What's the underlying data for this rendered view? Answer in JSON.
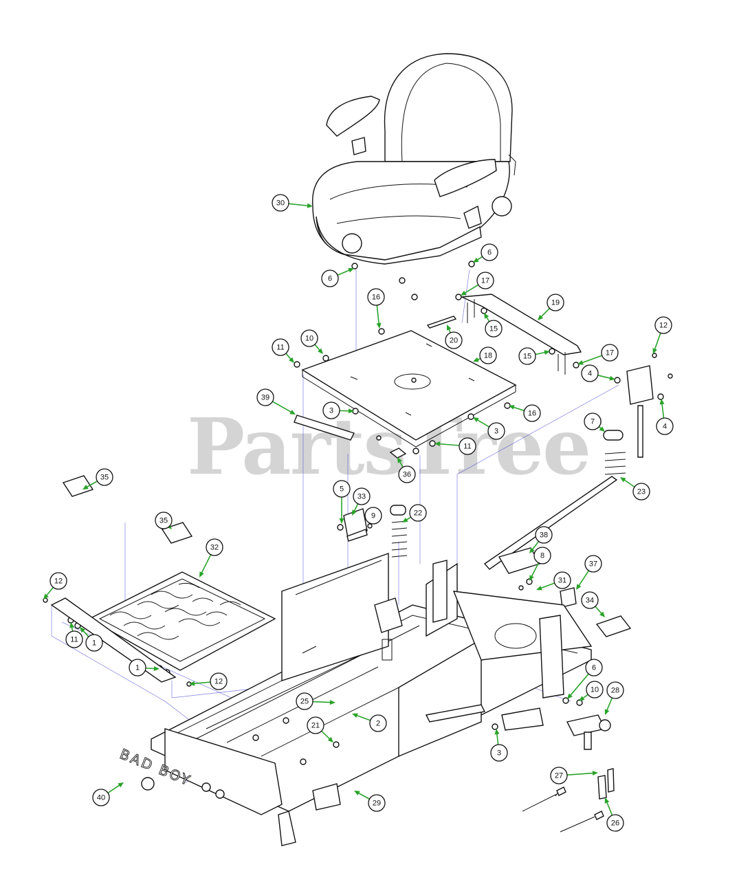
{
  "watermark": {
    "text": "PartsTree",
    "tm": "TM"
  },
  "logo_text": "BAD BOY",
  "colors": {
    "arrow": "#29a329",
    "leader": "#2f2fd6",
    "watermark": "#d4d4d4",
    "line": "#111111"
  },
  "callouts": [
    {
      "id": "c30",
      "label": "30"
    },
    {
      "id": "c6a",
      "label": "6"
    },
    {
      "id": "c6b",
      "label": "6"
    },
    {
      "id": "c17a",
      "label": "17"
    },
    {
      "id": "c16a",
      "label": "16"
    },
    {
      "id": "c19",
      "label": "19"
    },
    {
      "id": "c15a",
      "label": "15"
    },
    {
      "id": "c20",
      "label": "20"
    },
    {
      "id": "c12a",
      "label": "12"
    },
    {
      "id": "c11a",
      "label": "11"
    },
    {
      "id": "c10a",
      "label": "10"
    },
    {
      "id": "c18",
      "label": "18"
    },
    {
      "id": "c15b",
      "label": "15"
    },
    {
      "id": "c17b",
      "label": "17"
    },
    {
      "id": "c4a",
      "label": "4"
    },
    {
      "id": "c39",
      "label": "39"
    },
    {
      "id": "c3a",
      "label": "3"
    },
    {
      "id": "c16b",
      "label": "16"
    },
    {
      "id": "c3b",
      "label": "3"
    },
    {
      "id": "c4b",
      "label": "4"
    },
    {
      "id": "c11b",
      "label": "11"
    },
    {
      "id": "c7",
      "label": "7"
    },
    {
      "id": "c36",
      "label": "36"
    },
    {
      "id": "c35a",
      "label": "35"
    },
    {
      "id": "c23",
      "label": "23"
    },
    {
      "id": "c5",
      "label": "5"
    },
    {
      "id": "c33",
      "label": "33"
    },
    {
      "id": "c9",
      "label": "9"
    },
    {
      "id": "c22",
      "label": "22"
    },
    {
      "id": "c35b",
      "label": "35"
    },
    {
      "id": "c32",
      "label": "32"
    },
    {
      "id": "c38",
      "label": "38"
    },
    {
      "id": "c8",
      "label": "8"
    },
    {
      "id": "c37",
      "label": "37"
    },
    {
      "id": "c12b",
      "label": "12"
    },
    {
      "id": "c31",
      "label": "31"
    },
    {
      "id": "c34",
      "label": "34"
    },
    {
      "id": "c11c",
      "label": "11"
    },
    {
      "id": "c1a",
      "label": "1"
    },
    {
      "id": "c6c",
      "label": "6"
    },
    {
      "id": "c1b",
      "label": "1"
    },
    {
      "id": "c12c",
      "label": "12"
    },
    {
      "id": "c10b",
      "label": "10"
    },
    {
      "id": "c28",
      "label": "28"
    },
    {
      "id": "c25",
      "label": "25"
    },
    {
      "id": "c2",
      "label": "2"
    },
    {
      "id": "c21",
      "label": "21"
    },
    {
      "id": "c3c",
      "label": "3"
    },
    {
      "id": "c27",
      "label": "27"
    },
    {
      "id": "c40",
      "label": "40"
    },
    {
      "id": "c29",
      "label": "29"
    },
    {
      "id": "c26",
      "label": "26"
    }
  ]
}
